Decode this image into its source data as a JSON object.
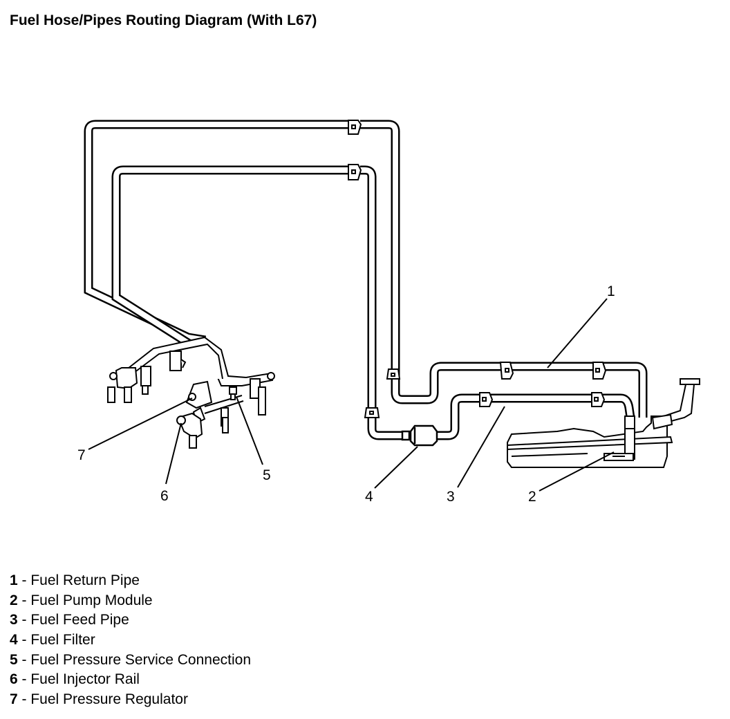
{
  "title": "Fuel Hose/Pipes Routing Diagram (With L67)",
  "callouts": [
    "1",
    "2",
    "3",
    "4",
    "5",
    "6",
    "7"
  ],
  "legend": [
    {
      "num": "1",
      "sep": " - ",
      "label": "Fuel Return Pipe"
    },
    {
      "num": "2",
      "sep": " - ",
      "label": "Fuel Pump Module"
    },
    {
      "num": "3",
      "sep": " - ",
      "label": "Fuel Feed Pipe"
    },
    {
      "num": "4",
      "sep": " - ",
      "label": "Fuel Filter"
    },
    {
      "num": "5",
      "sep": " - ",
      "label": "Fuel Pressure Service Connection"
    },
    {
      "num": "6",
      "sep": " - ",
      "label": "Fuel Injector Rail"
    },
    {
      "num": "7",
      "sep": " - ",
      "label": "Fuel Pressure Regulator"
    }
  ]
}
